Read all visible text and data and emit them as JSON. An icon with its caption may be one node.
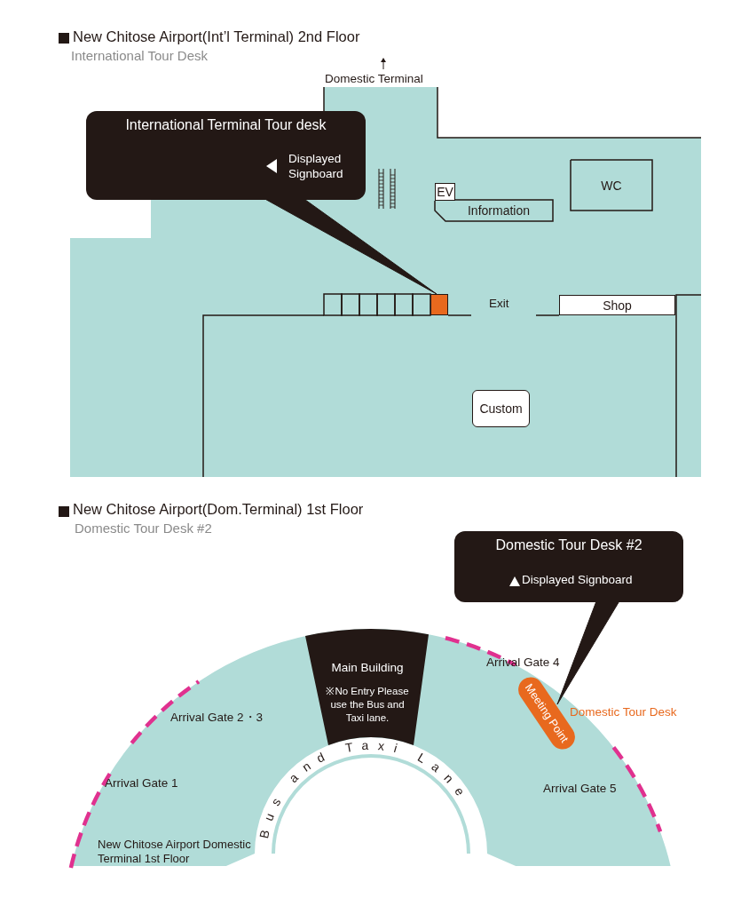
{
  "diagram": {
    "title": "New Chitose Airport(Int’l Terminal) 2nd Floor",
    "nodes": [
      {
        "text": [
          "International Terminal Tour desk",
          "Displayed Signboard"
        ]
      },
      {
        "text": [
          "EV"
        ]
      },
      {
        "text": [
          "Information"
        ]
      },
      {
        "text": [
          "WC"
        ]
      },
      {
        "text": [],
        "shape": "box"
      },
      {
        "text": [
          "Shop"
        ]
      },
      {
        "text": [
          "Custom"
        ]
      },
      {
        "text": [
          "Domestic Tour Desk #2",
          "Displayed Signboard"
        ]
      },
      {
        "text": [
          "Main Building",
          "※No Entry Please use the Bus and Taxi lane."
        ]
      },
      {
        "text": [
          "Meeting Point"
        ],
        "beside": [
          "Domestic Tour Desk"
        ]
      }
    ],
    "edges": [
      {
        "from": 0,
        "to": 4,
        "arrow": "none"
      },
      {
        "from": 7,
        "to": 9,
        "arrow": "none"
      }
    ],
    "labels": [
      "International Tour Desk",
      "Domestic Terminal",
      "Exit",
      "New Chitose Airport(Dom.Terminal) 1st Floor",
      "Domestic Tour Desk #2",
      "Arrival Gate 2・3",
      "Arrival Gate 4",
      "Arrival Gate 1",
      "Arrival Gate 5",
      "New Chitose Airport Domestic Terminal 1st Floor",
      "Bus and Taxi Lane"
    ]
  }
}
